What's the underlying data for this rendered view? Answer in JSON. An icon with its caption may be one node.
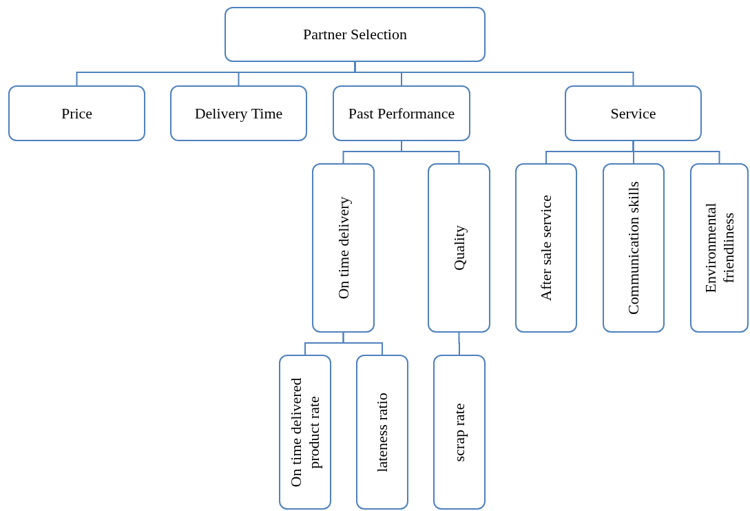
{
  "diagram": {
    "nodes": [
      {
        "text": [
          "Partner Selection"
        ]
      },
      {
        "text": [
          "Price"
        ]
      },
      {
        "text": [
          "Delivery Time"
        ]
      },
      {
        "text": [
          "Past Performance"
        ]
      },
      {
        "text": [
          "Service"
        ]
      },
      {
        "text": [
          "On time delivery"
        ]
      },
      {
        "text": [
          "Quality"
        ]
      },
      {
        "text": [
          "After sale service"
        ]
      },
      {
        "text": [
          "Communication skills"
        ]
      },
      {
        "text": [
          "Environmental friendliness"
        ]
      },
      {
        "text": [
          "On time delivered product rate"
        ]
      },
      {
        "text": [
          "lateness ratio"
        ]
      },
      {
        "text": [
          "scrap rate"
        ]
      }
    ],
    "edges": [
      {
        "from": 0,
        "to": 1,
        "arrow": "none"
      },
      {
        "from": 0,
        "to": 2,
        "arrow": "none"
      },
      {
        "from": 0,
        "to": 3,
        "arrow": "none"
      },
      {
        "from": 0,
        "to": 4,
        "arrow": "none"
      },
      {
        "from": 3,
        "to": 5,
        "arrow": "none"
      },
      {
        "from": 3,
        "to": 6,
        "arrow": "none"
      },
      {
        "from": 4,
        "to": 7,
        "arrow": "none"
      },
      {
        "from": 4,
        "to": 8,
        "arrow": "none"
      },
      {
        "from": 4,
        "to": 9,
        "arrow": "none"
      },
      {
        "from": 5,
        "to": 10,
        "arrow": "none"
      },
      {
        "from": 5,
        "to": 11,
        "arrow": "none"
      },
      {
        "from": 6,
        "to": 12,
        "arrow": "none"
      }
    ]
  }
}
